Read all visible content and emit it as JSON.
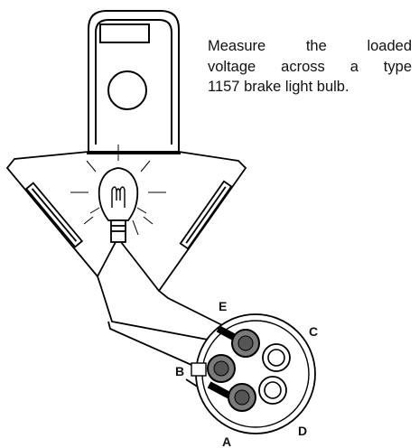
{
  "caption": {
    "lines": [
      "Measure the loaded",
      "voltage across a type",
      "1157 brake light bulb."
    ]
  },
  "connector": {
    "terminal_labels": {
      "E": "E",
      "C": "C",
      "B": "B",
      "D": "D",
      "A": "A"
    }
  },
  "colors": {
    "line": "#000000",
    "pin_filled": "#7a7a7a",
    "pin_filled_inner": "#555555",
    "background": "#ffffff"
  },
  "icons": [
    "multimeter-icon",
    "light-bulb-icon",
    "connector-icon"
  ]
}
